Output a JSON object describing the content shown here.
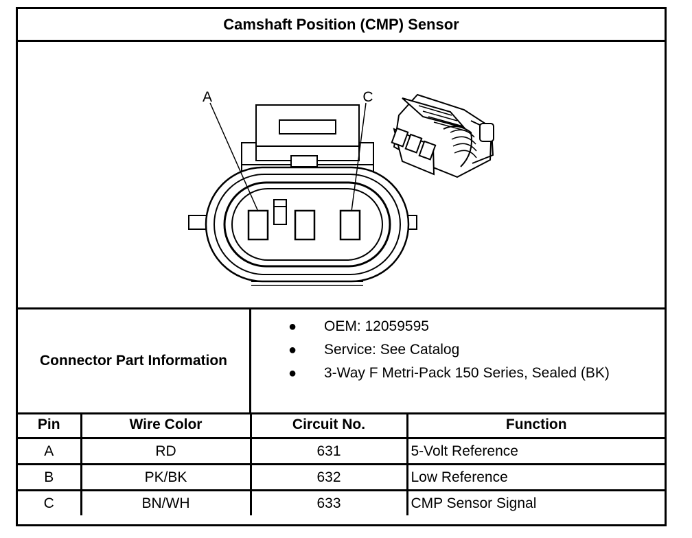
{
  "title": "Camshaft Position (CMP) Sensor",
  "figure": {
    "callouts": [
      "A",
      "C"
    ]
  },
  "connector_info": {
    "label": "Connector Part Information",
    "items": [
      "OEM: 12059595",
      "Service: See Catalog",
      "3-Way F Metri-Pack 150 Series, Sealed (BK)"
    ]
  },
  "pin_table": {
    "headers": [
      "Pin",
      "Wire Color",
      "Circuit No.",
      "Function"
    ],
    "rows": [
      [
        "A",
        "RD",
        "631",
        "5-Volt Reference"
      ],
      [
        "B",
        "PK/BK",
        "632",
        "Low Reference"
      ],
      [
        "C",
        "BN/WH",
        "633",
        "CMP Sensor Signal"
      ]
    ]
  }
}
